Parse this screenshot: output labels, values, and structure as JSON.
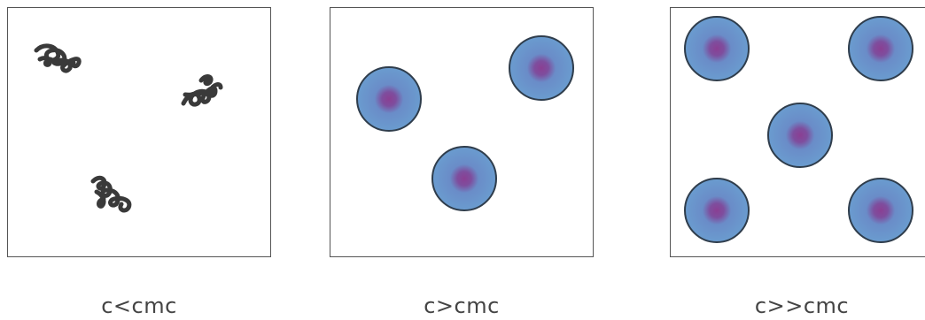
{
  "panels": [
    {
      "caption": "c<cmc",
      "state": "unimers",
      "particles": 3
    },
    {
      "caption": "c>cmc",
      "state": "micelles",
      "particles": 3
    },
    {
      "caption": "c>>cmc",
      "state": "micelles",
      "particles": 5
    }
  ],
  "colors": {
    "border": "#555555",
    "micelle_shell": "#6a9ccf",
    "micelle_core": "#8a3f93",
    "micelle_outline": "#2f3d4c",
    "chain": "#3a3a3a",
    "caption": "#444444"
  }
}
